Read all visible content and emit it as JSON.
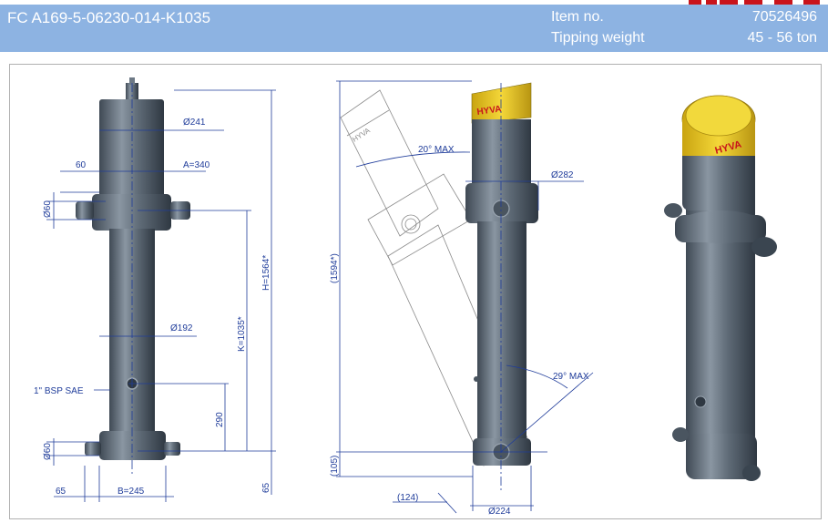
{
  "header": {
    "code": "FC A169-5-06230-014-K1035",
    "item_no_label": "Item no.",
    "item_no_value": "70526496",
    "tipping_weight_label": "Tipping weight",
    "tipping_weight_value": "45 - 56 ton"
  },
  "drawing": {
    "dim_d241": "Ø241",
    "dim_60_top": "60",
    "dim_a340": "A=340",
    "dim_d60_upper": "Ø60",
    "dim_h1564": "H=1564*",
    "dim_k1035": "K=1035*",
    "dim_d192": "Ø192",
    "label_bsp": "1\" BSP SAE",
    "dim_290": "290",
    "dim_d60_lower": "Ø60",
    "dim_65_left": "65",
    "dim_b245": "B=245",
    "dim_65_right": "65",
    "dim_20max": "20° MAX",
    "dim_d282": "Ø282",
    "dim_1594": "(1594*)",
    "dim_29max": "29° MAX",
    "dim_105": "(105)",
    "dim_124": "(124)",
    "dim_d224": "Ø224",
    "brand": "HYVA"
  },
  "colors": {
    "header_bg": "#8db3e2",
    "dimension_blue": "#1f3c9a",
    "cylinder_gray": "#5a6570",
    "cap_yellow": "#e3c21c"
  }
}
